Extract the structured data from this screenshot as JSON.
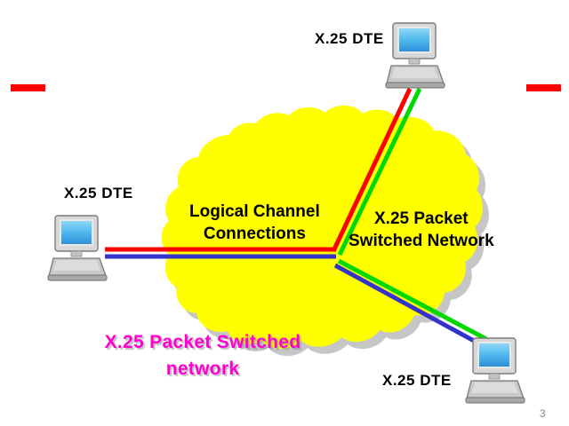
{
  "slide": {
    "page_number": "3",
    "background_color": "#ffffff"
  },
  "rules": {
    "left_dash_color": "#fe0000",
    "right_dash_color": "#fe0000"
  },
  "cloud": {
    "fill_color": "#ffff00",
    "shadow_color": "#b3b3b3",
    "labels": {
      "logical_channel_line1": "Logical Channel",
      "logical_channel_line2": "Connections",
      "packet_network_line1": "X.25 Packet",
      "packet_network_line2": "Switched Network"
    }
  },
  "nodes": [
    {
      "id": "top",
      "label": "X.25 DTE",
      "icon": "computer-icon"
    },
    {
      "id": "left",
      "label": "X.25 DTE",
      "icon": "computer-icon"
    },
    {
      "id": "bottom",
      "label": "X.25 DTE",
      "icon": "computer-icon"
    }
  ],
  "connections": {
    "red_color": "#fe0000",
    "green_color": "#00d900",
    "blue_color": "#3333cc"
  },
  "caption": {
    "line1": "X.25 Packet Switched",
    "line2": "network",
    "color": "#ff00d0"
  }
}
